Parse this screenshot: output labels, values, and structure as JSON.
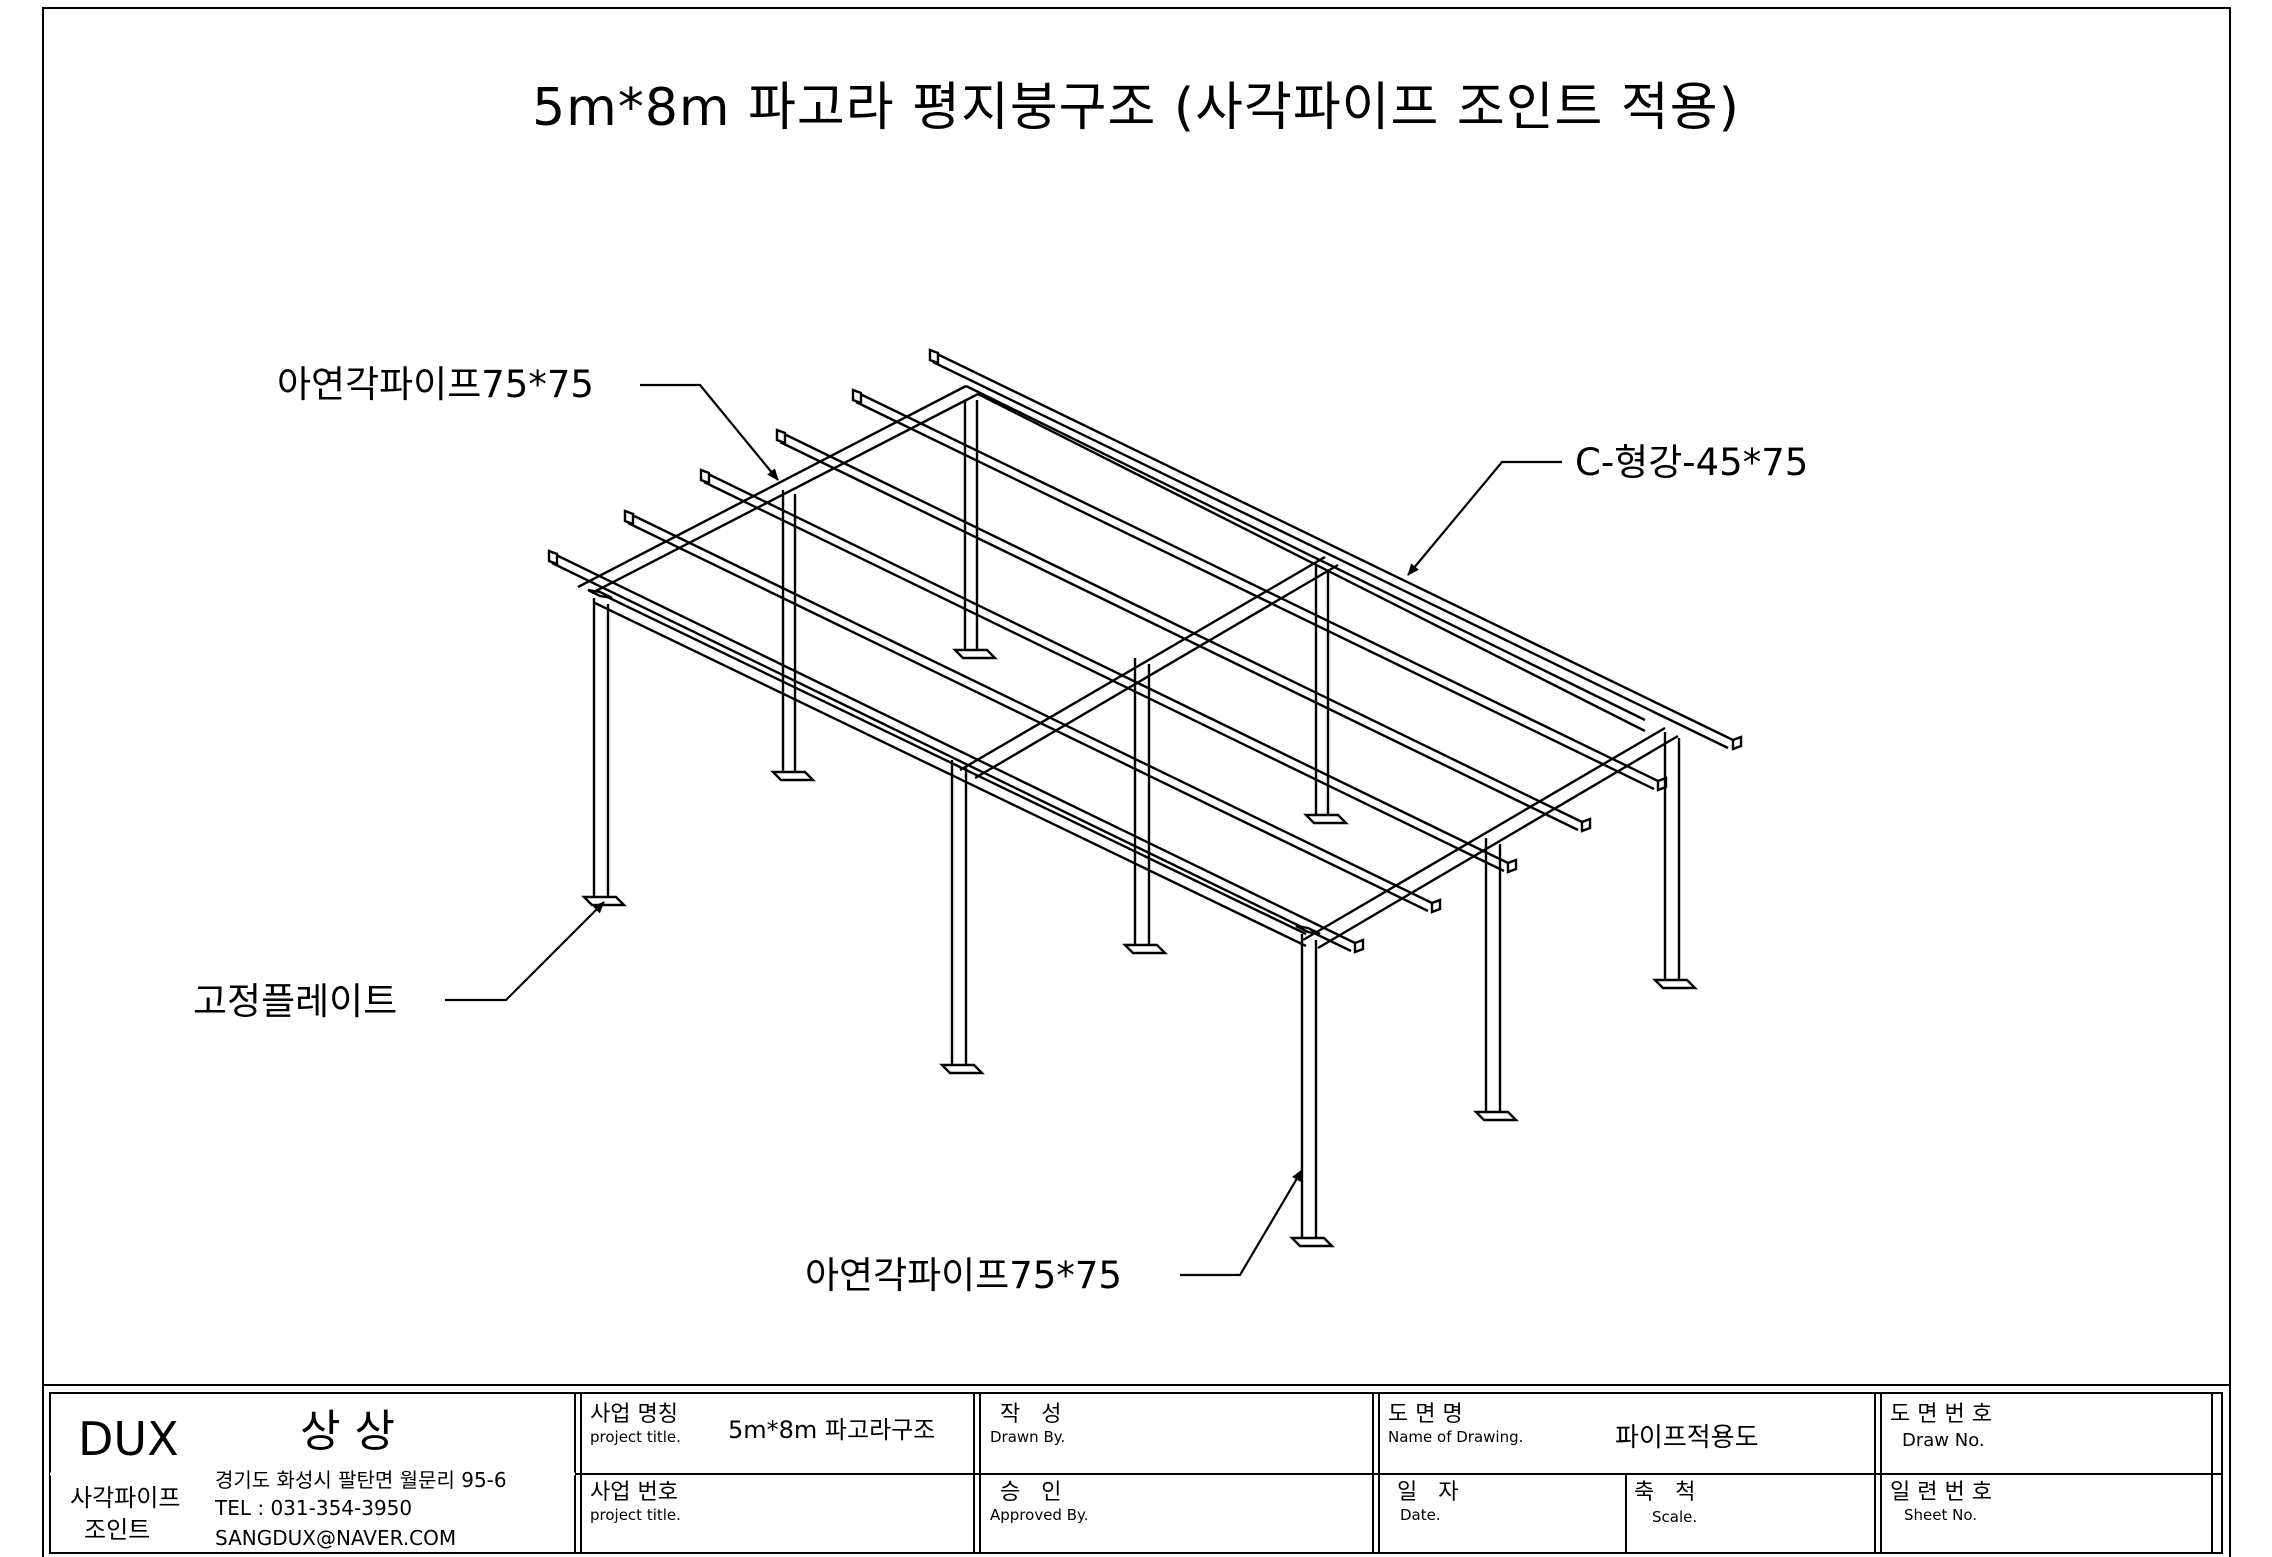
{
  "drawing": {
    "title": "5m*8m 파고라 평지붕구조 (사각파이프 조인트 적용)",
    "callouts": {
      "pipe_top": "아연각파이프75*75",
      "c_channel": "C-형강-45*75",
      "fixing_plate": "고정플레이트",
      "pipe_bottom": "아연각파이프75*75"
    }
  },
  "title_block": {
    "brand": "DUX",
    "company_name": "상 상",
    "company_type_line1": "사각파이프",
    "company_type_line2": "조인트",
    "address": "경기도 화성시 팔탄면 월문리 95-6",
    "tel": "TEL : 031-354-3950",
    "email": "SANGDUX@NAVER.COM",
    "project_title_label": "사업 명칭",
    "project_title_sub": "project title.",
    "project_title_value": "5m*8m 파고라구조",
    "project_no_label": "사업 번호",
    "project_no_sub": "project title.",
    "drawn_label": "작   성",
    "drawn_sub": "Drawn By.",
    "approved_label": "승   인",
    "approved_sub": "Approved By.",
    "drawing_name_label": "도 면 명",
    "drawing_name_sub": "Name of Drawing.",
    "drawing_name_value": "파이프적용도",
    "date_label": "일   자",
    "date_sub": "Date.",
    "scale_label": "축   척",
    "scale_sub": "Scale.",
    "drawing_no_label": "도 면 번 호",
    "drawing_no_sub": "Draw No.",
    "sheet_no_label": "일 련 번 호",
    "sheet_no_sub": "Sheet No."
  }
}
